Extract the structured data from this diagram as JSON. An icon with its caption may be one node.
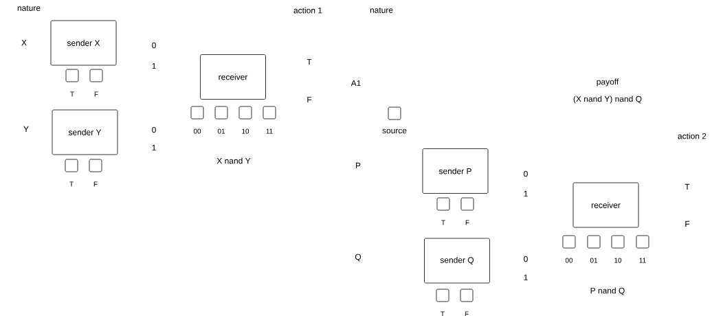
{
  "diagram": {
    "nodes": [
      {
        "text": [
          "sender X"
        ]
      },
      {
        "text": [
          "T"
        ]
      },
      {
        "text": [
          "F"
        ]
      },
      {
        "text": [
          "sender Y"
        ]
      },
      {
        "text": [
          "T"
        ]
      },
      {
        "text": [
          "F"
        ]
      },
      {
        "text": [
          "receiver"
        ]
      },
      {
        "text": [
          "00"
        ]
      },
      {
        "text": [
          "01"
        ]
      },
      {
        "text": [
          "10"
        ]
      },
      {
        "text": [
          "11"
        ]
      },
      {
        "text": [
          "source"
        ]
      },
      {
        "text": [
          "sender P"
        ]
      },
      {
        "text": [
          "T"
        ]
      },
      {
        "text": [
          "F"
        ]
      },
      {
        "text": [
          "sender Q"
        ]
      },
      {
        "text": [
          "T"
        ]
      },
      {
        "text": [
          "F"
        ]
      },
      {
        "text": [
          "receiver"
        ]
      },
      {
        "text": [
          "00"
        ]
      },
      {
        "text": [
          "01"
        ]
      },
      {
        "text": [
          "10"
        ]
      },
      {
        "text": [
          "11"
        ]
      }
    ],
    "edges": [],
    "labels": [
      "nature",
      "action 1",
      "nature",
      "X",
      "0",
      "1",
      "T",
      "F",
      "A1",
      "payoff",
      "(X nand Y) nand Q",
      "Y",
      "0",
      "1",
      "X nand Y",
      "action 2",
      "P",
      "0",
      "1",
      "T",
      "F",
      "Q",
      "0",
      "1",
      "P nand Q"
    ]
  }
}
